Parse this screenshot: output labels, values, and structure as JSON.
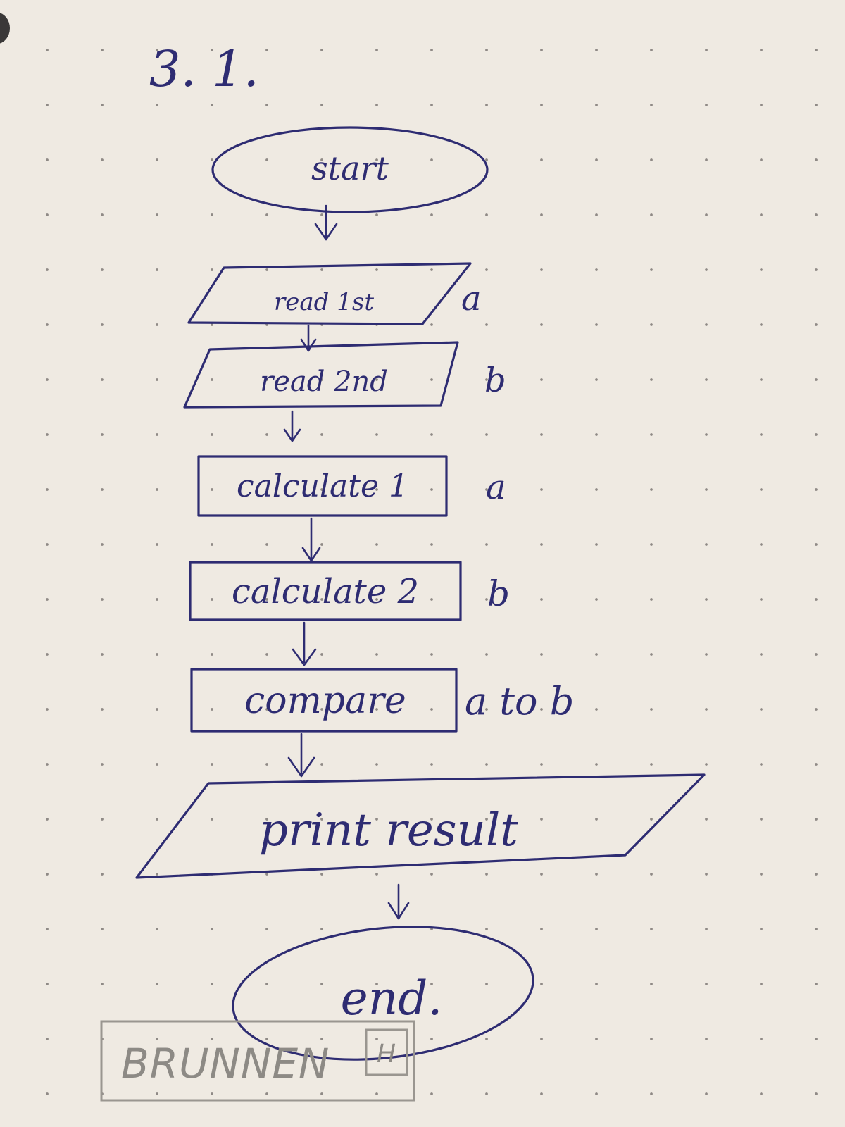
{
  "heading": "3. 1.",
  "nodes": {
    "start": "start",
    "read_first": "read 1st",
    "read_second": "read 2nd",
    "calculate_1": "calculate 1",
    "calculate_2": "calculate 2",
    "compare": "compare",
    "print_result": "print result",
    "end": "end."
  },
  "side_notes": {
    "read_first": "a",
    "read_second": "b",
    "calculate_1": "a",
    "calculate_2": "b",
    "compare": "a to b"
  },
  "brand": {
    "name": "BRUNNEN",
    "logo_letter": "H"
  },
  "colors": {
    "ink": "#2e2c72",
    "paper": "#efeae2",
    "dots": "#8f8a86",
    "brand_gray": "#8d8a85"
  }
}
